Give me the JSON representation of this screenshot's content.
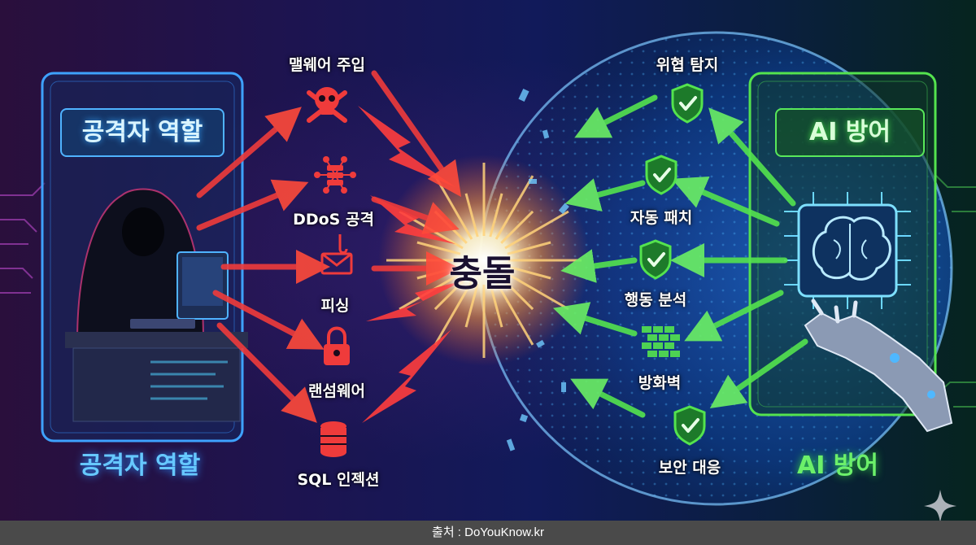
{
  "attacker": {
    "panel_title": "공격자 역할",
    "bottom_label": "공격자 역할",
    "attacks": [
      {
        "label": "맬웨어 주입",
        "icon": "skull-crossbones-icon"
      },
      {
        "label": "DDoS 공격",
        "icon": "network-server-icon"
      },
      {
        "label": "피싱",
        "icon": "phishing-envelope-icon"
      },
      {
        "label": "랜섬웨어",
        "icon": "padlock-icon"
      },
      {
        "label": "SQL 인젝션",
        "icon": "database-icon"
      }
    ],
    "color": "#ef3b3b"
  },
  "center": {
    "label": "충돌"
  },
  "defense": {
    "panel_title": "AI 방어",
    "bottom_label": "AI 방어",
    "defenses": [
      {
        "label": "위협 탐지",
        "icon": "shield-check-icon"
      },
      {
        "label": "자동 패치",
        "icon": "shield-check-icon"
      },
      {
        "label": "행동 분석",
        "icon": "shield-check-icon"
      },
      {
        "label": "방화벽",
        "icon": "firewall-brick-icon"
      },
      {
        "label": "보안 대응",
        "icon": "shield-check-icon"
      }
    ],
    "color": "#54e34e"
  },
  "decorations": {
    "hacker": "hooded-hacker-icon",
    "brain": "ai-brain-chip-icon",
    "robot_hand": "robot-hand-icon",
    "sparkle": "sparkle-icon"
  },
  "footer": {
    "source": "출처 : DoYouKnow.kr"
  }
}
